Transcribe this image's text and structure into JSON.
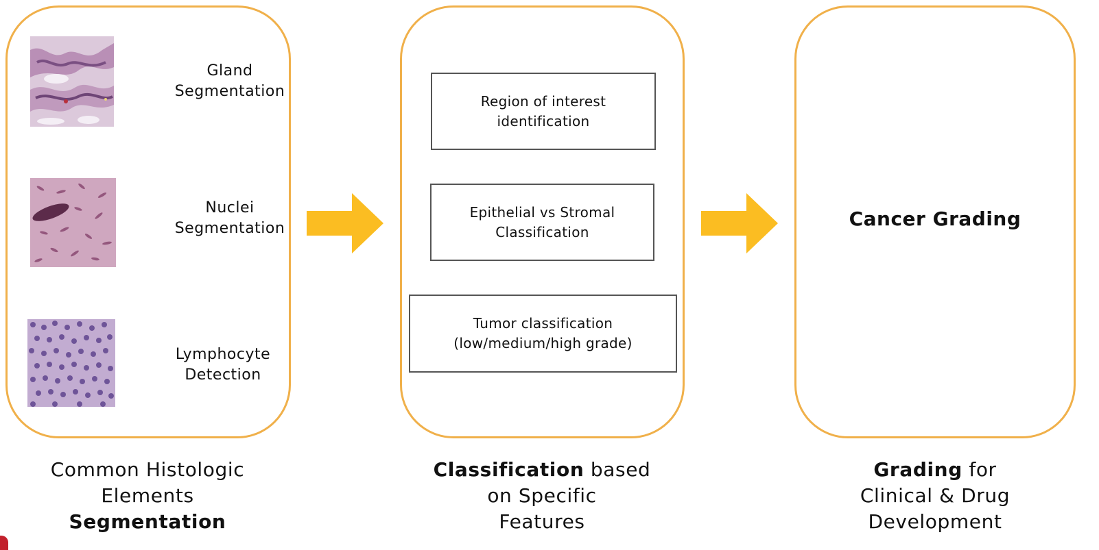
{
  "panel1": {
    "items": [
      {
        "lines": [
          "Gland",
          "Segmentation"
        ]
      },
      {
        "lines": [
          "Nuclei",
          "Segmentation"
        ]
      },
      {
        "lines": [
          "Lymphocyte",
          "Detection"
        ]
      }
    ],
    "caption": {
      "line1": "Common Histologic",
      "line2": "Elements",
      "line3_bold": "Segmentation"
    }
  },
  "panel2": {
    "boxes": [
      {
        "lines": [
          "Region of interest",
          "identification"
        ]
      },
      {
        "lines": [
          "Epithelial vs Stromal",
          "Classification"
        ]
      },
      {
        "lines": [
          "Tumor classification",
          "(low/medium/high grade)"
        ]
      }
    ],
    "caption": {
      "bold": "Classification",
      "rest": "based",
      "line2": "on Specific",
      "line3": "Features"
    }
  },
  "panel3": {
    "center_label": "Cancer Grading",
    "caption": {
      "bold": "Grading",
      "rest": "for",
      "line2": "Clinical & Drug",
      "line3": "Development"
    }
  },
  "colors": {
    "panel_border": "#f0b04a",
    "arrow": "#fbbd22",
    "box_border": "#555555",
    "logo": "#c2202c"
  },
  "icons": {
    "arrow": "right-arrow-icon",
    "thumbnails": [
      "gland-histology-image",
      "nuclei-histology-image",
      "lymphocyte-histology-image"
    ]
  }
}
